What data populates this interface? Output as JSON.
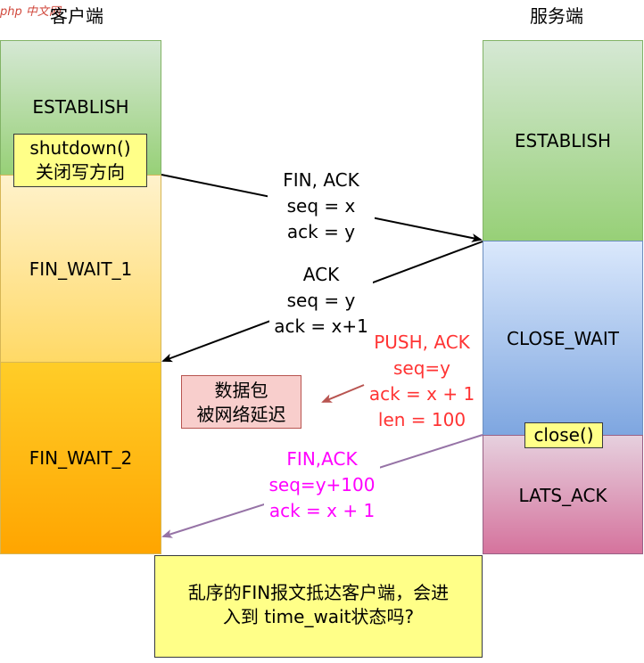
{
  "watermark": {
    "text": "php 中文网"
  },
  "headers": {
    "client": "客户端",
    "server": "服务端"
  },
  "client_states": {
    "establish": "ESTABLISH",
    "fin_wait_1": "FIN_WAIT_1",
    "fin_wait_2": "FIN_WAIT_2"
  },
  "server_states": {
    "establish": "ESTABLISH",
    "close_wait": "CLOSE_WAIT",
    "last_ack": "LATS_ACK"
  },
  "notes": {
    "shutdown": [
      "shutdown()",
      "关闭写方向"
    ],
    "close": "close()",
    "delayed": [
      "数据包",
      "被网络延迟"
    ],
    "question": [
      "乱序的FIN报文抵达客户端，会进",
      "入到 time_wait状态吗?"
    ]
  },
  "messages": {
    "fin_ack_1": [
      "FIN, ACK",
      "seq = x",
      "ack = y"
    ],
    "ack_1": [
      "ACK",
      "seq = y",
      "ack = x+1"
    ],
    "push_ack": [
      "PUSH, ACK",
      "seq=y",
      "ack = x + 1",
      "len = 100"
    ],
    "fin_ack_2": [
      "FIN,ACK",
      "seq=y+100",
      "ack = x + 1"
    ]
  },
  "colors": {
    "green_top": "#d5e8d4",
    "green_bottom": "#97d077",
    "green_border": "#82b366",
    "yellow_top": "#fff2cc",
    "yellow_bottom": "#ffd966",
    "yellow_border": "#d6b656",
    "orange_top": "#ffcd28",
    "orange_bottom": "#ffa500",
    "blue_top": "#dae8fc",
    "blue_bottom": "#7ea6e0",
    "blue_border": "#6c8ebf",
    "pink_top": "#e6d0de",
    "pink_bottom": "#d5739d",
    "pink_border": "#996185",
    "note_yellow": "#ffff88",
    "note_pink": "#f8cecc",
    "note_pink_border": "#b85450",
    "red_text": "#ff3333",
    "magenta_text": "#ff00ff",
    "purple_arrow": "#9673a6",
    "dark_red_arrow": "#b85450"
  }
}
